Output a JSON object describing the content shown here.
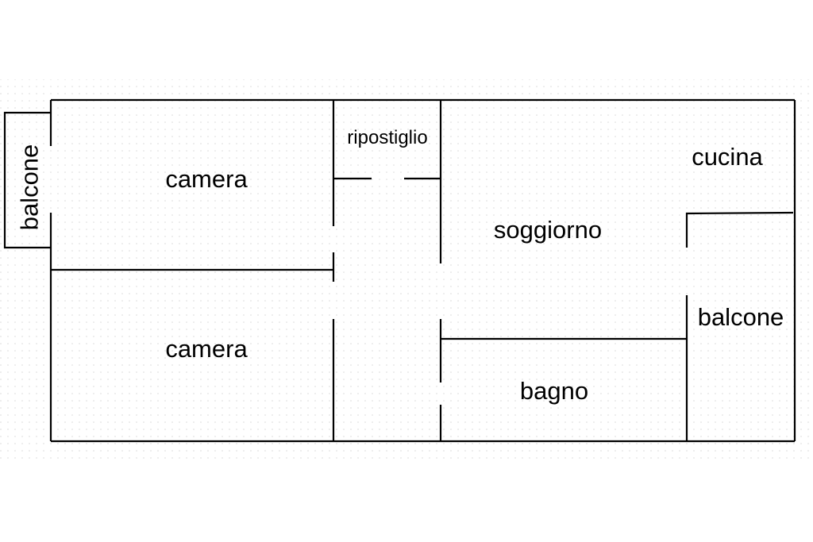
{
  "rooms": {
    "balcone_left": "balcone",
    "camera_top": "camera",
    "camera_bottom": "camera",
    "ripostiglio": "ripostiglio",
    "soggiorno": "soggiorno",
    "cucina": "cucina",
    "balcone_right": "balcone",
    "bagno": "bagno"
  },
  "colors": {
    "wall": "#000000",
    "background": "#ffffff",
    "grid_dot": "#d9d9d9"
  }
}
